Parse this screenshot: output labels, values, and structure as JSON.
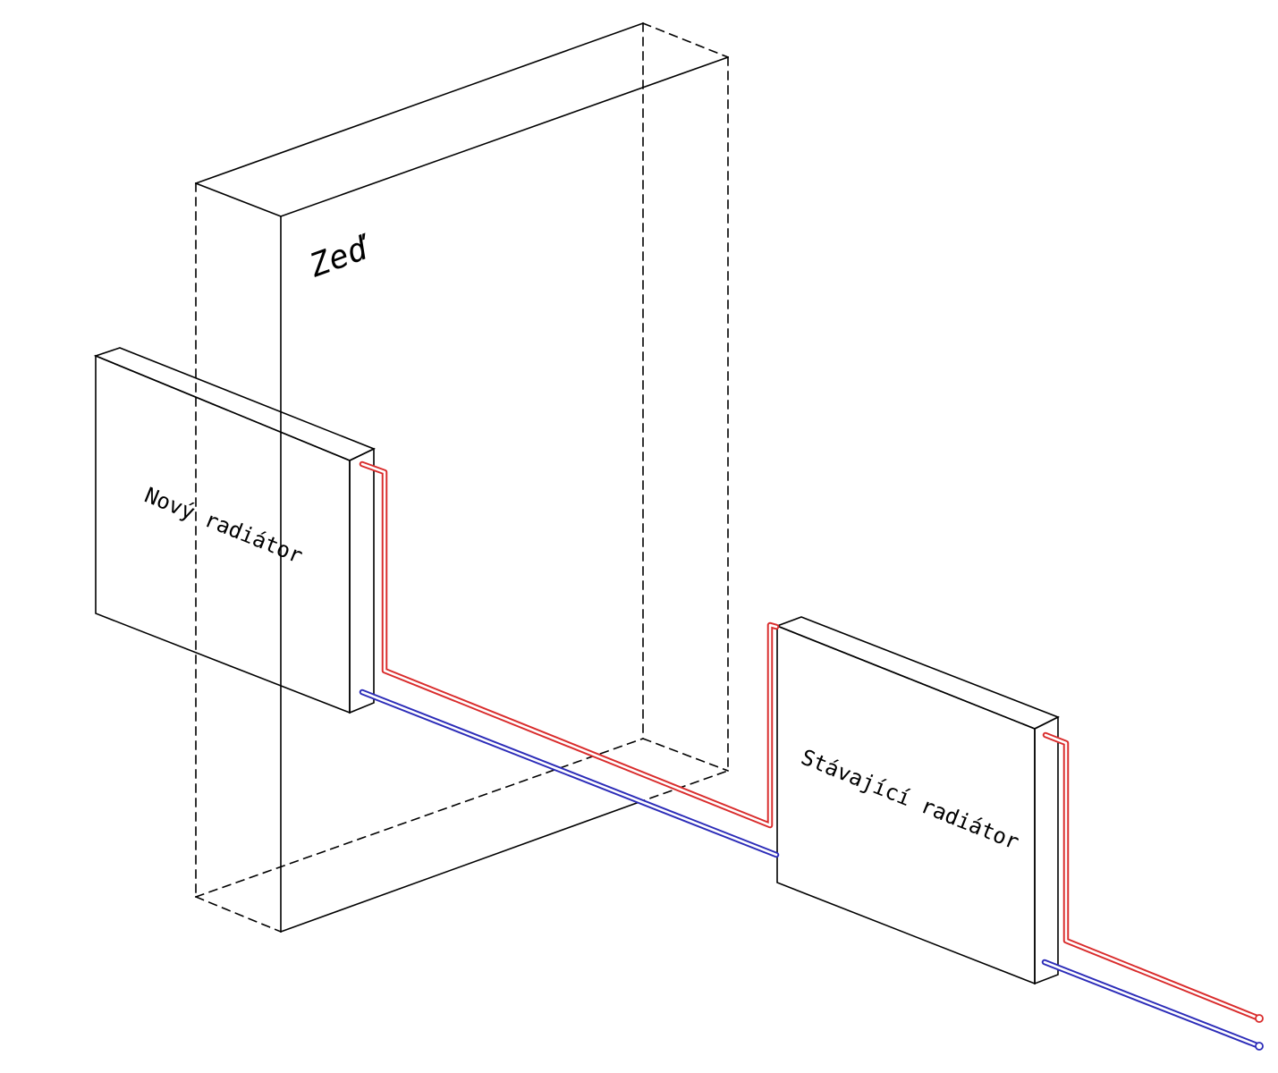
{
  "labels": {
    "wall": "Zeď",
    "new_radiator": "Nový radiátor",
    "existing_radiator": "Stávající radiátor"
  },
  "colors": {
    "supply_pipe": "#d92b2b",
    "return_pipe": "#2b2bb8",
    "outline": "#000000"
  }
}
